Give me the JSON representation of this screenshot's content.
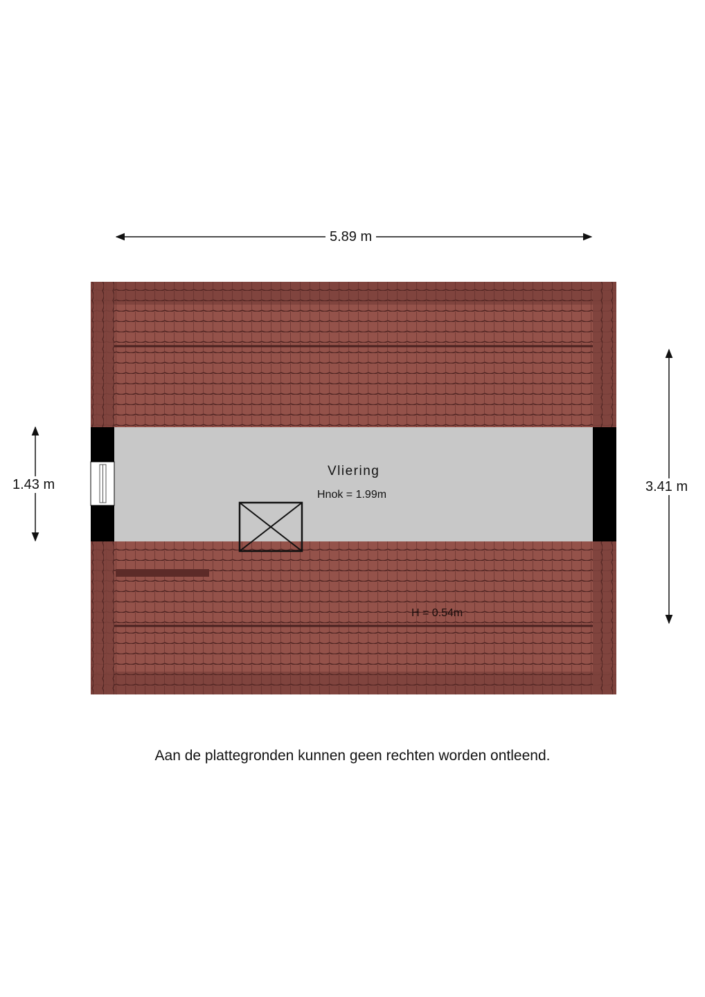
{
  "plan": {
    "dimensions": {
      "width": "5.89 m",
      "left_height": "1.43 m",
      "right_height": "3.41 m"
    },
    "room": {
      "name": "Vliering",
      "ridge_height": "Hnok = 1.99m"
    },
    "roof_height_note": "H = 0.54m",
    "colors": {
      "roof_tile": "#8a4a43",
      "roof_tile_dark": "#5c2b28",
      "floor": "#c8c8c8",
      "wall": "#000000"
    }
  },
  "disclaimer": "Aan de plattegronden kunnen geen rechten worden ontleend."
}
